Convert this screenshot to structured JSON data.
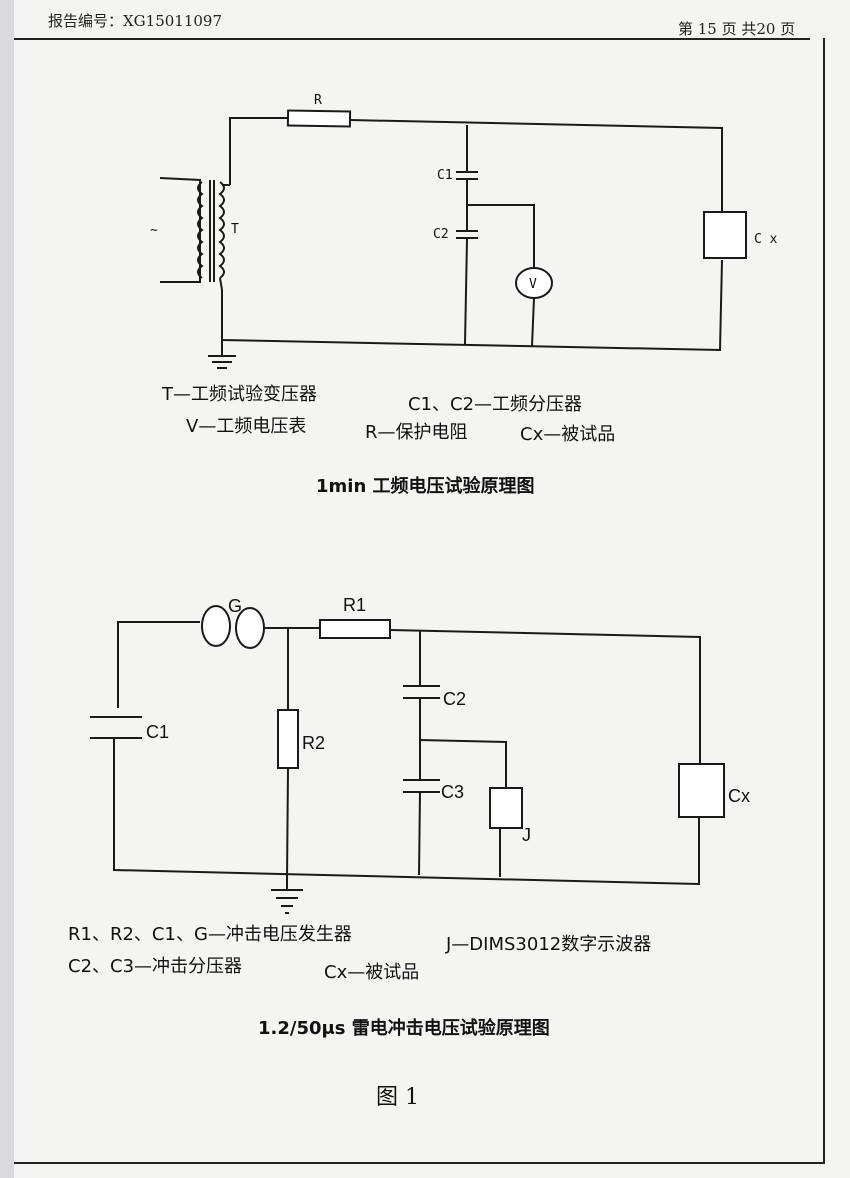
{
  "header": {
    "report_no": "报告编号：XG15011097",
    "page_info": "第 15 页 共20 页"
  },
  "diagram1": {
    "labels": {
      "ac": "~",
      "T": "T",
      "R": "R",
      "C1": "C1",
      "C2": "C2",
      "V": "V",
      "Cx": "C x"
    },
    "legend": [
      "T—工频试验变压器",
      "C1、C2—工频分压器",
      "V—工频电压表",
      "R—保护电阻",
      "Cx—被试品"
    ],
    "caption": "1min 工频电压试验原理图"
  },
  "diagram2": {
    "labels": {
      "G": "G",
      "R1": "R1",
      "R2": "R2",
      "C1": "C1",
      "C2": "C2",
      "C3": "C3",
      "J": "J",
      "Cx": "Cx"
    },
    "legend": [
      "R1、R2、C1、G—冲击电压发生器",
      "J—DIMS3012数字示波器",
      "C2、C3—冲击分压器",
      "Cx—被试品"
    ],
    "caption": "1.2/50μs 雷电冲击电压试验原理图"
  },
  "figure_label": "图 1"
}
